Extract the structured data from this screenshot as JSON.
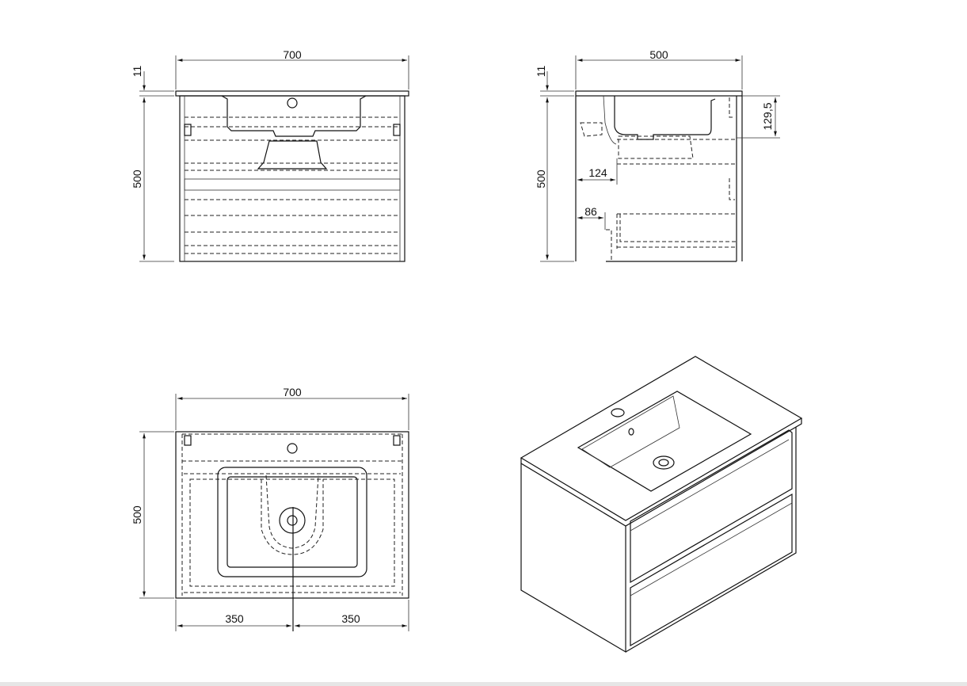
{
  "front_view": {
    "width_label": "700",
    "top_thickness_label": "11",
    "height_label": "500"
  },
  "side_view": {
    "depth_label": "500",
    "top_thickness_label": "11",
    "height_label": "500",
    "basin_depth_label": "129,5",
    "siphon_offset_label": "124",
    "drawer_offset_label": "86"
  },
  "plan_view": {
    "width_label": "700",
    "depth_label": "500",
    "left_half_label": "350",
    "right_half_label": "350"
  },
  "colors": {
    "line": "#111111",
    "background": "#ffffff"
  }
}
